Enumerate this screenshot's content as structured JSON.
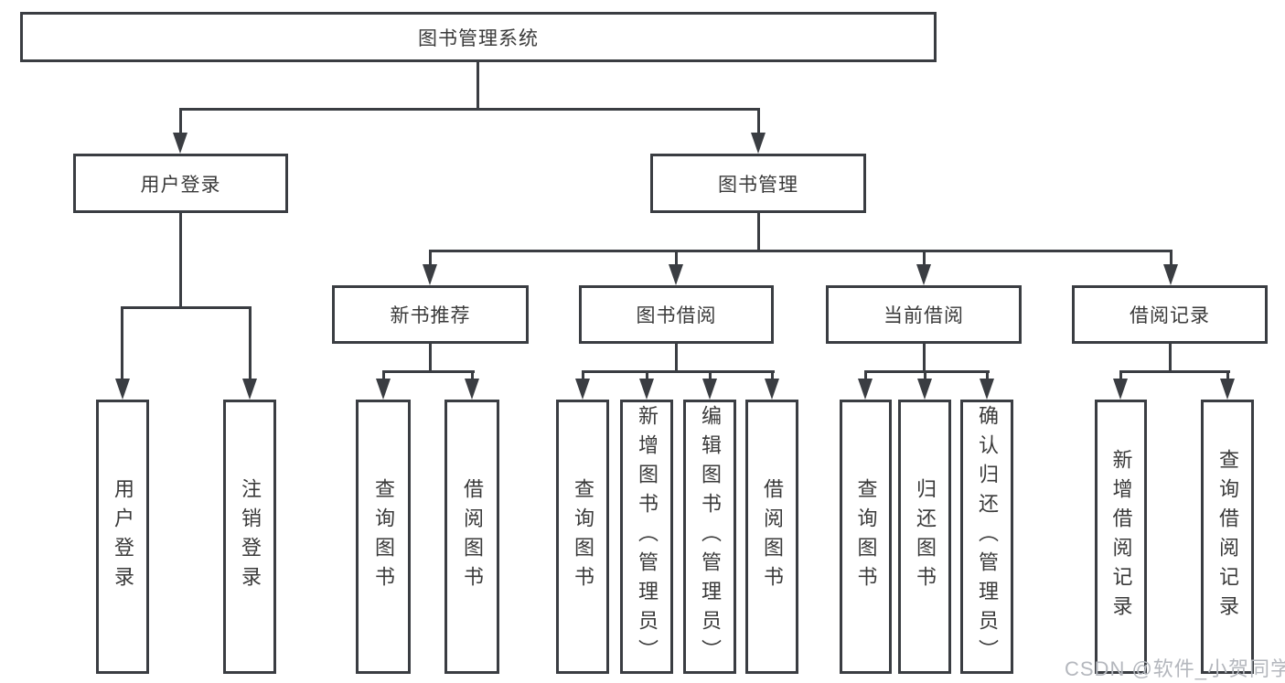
{
  "colors": {
    "line": "#3a3d42",
    "box_border": "#3a3d42",
    "text": "#3a3a3a",
    "background": "#ffffff",
    "watermark_text": "#b4b7bd"
  },
  "diagram": {
    "root": {
      "label": "图书管理系统"
    },
    "level2": {
      "user_login": {
        "label": "用户登录"
      },
      "book_management": {
        "label": "图书管理"
      }
    },
    "level3": {
      "new_book_recommend": {
        "label": "新书推荐"
      },
      "book_borrow": {
        "label": "图书借阅"
      },
      "current_borrow": {
        "label": "当前借阅"
      },
      "borrow_records": {
        "label": "借阅记录"
      }
    },
    "leaves": {
      "user_login": {
        "label": "用户登录"
      },
      "logout": {
        "label": "注销登录"
      },
      "rec_query_books": {
        "label": "查询图书"
      },
      "rec_borrow_books": {
        "label": "借阅图书"
      },
      "bb_query_books": {
        "label": "查询图书"
      },
      "bb_add_books": {
        "label": "新增图书（管理员）"
      },
      "bb_edit_books": {
        "label": "编辑图书（管理员）"
      },
      "bb_borrow_books": {
        "label": "借阅图书"
      },
      "cb_query_books": {
        "label": "查询图书"
      },
      "cb_return_books": {
        "label": "归还图书"
      },
      "cb_confirm_return": {
        "label": "确认归还（管理员）"
      },
      "br_add_record": {
        "label": "新增借阅记录"
      },
      "br_query_record": {
        "label": "查询借阅记录"
      }
    }
  },
  "watermark": {
    "text": "CSDN @软件_小贺同学"
  }
}
